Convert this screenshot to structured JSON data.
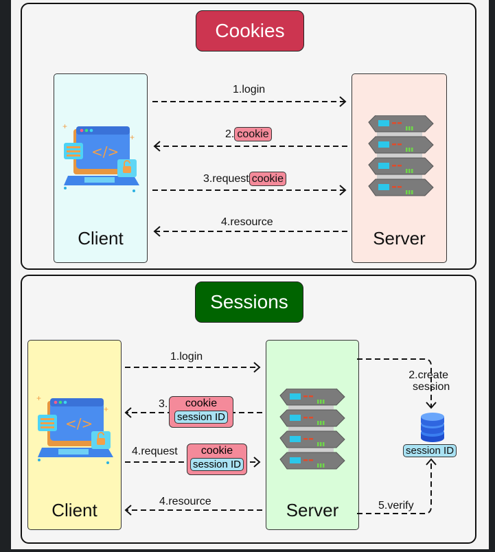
{
  "colors": {
    "cookies_badge": "#cc3550",
    "sessions_badge": "#006400",
    "cookies_client_bg": "#e6fbfa",
    "cookies_server_bg": "#fde8e2",
    "sessions_client_bg": "#fff8b7",
    "sessions_server_bg": "#d9fdd9",
    "cookie_pill": "#f48a9a",
    "session_pill": "#a9e2f3"
  },
  "cookies": {
    "title": "Cookies",
    "client": {
      "label": "Client",
      "icon": "laptop-code-icon"
    },
    "server": {
      "label": "Server",
      "icon": "server-rack-icon"
    },
    "steps": [
      {
        "text": "1.login",
        "direction": "to-server"
      },
      {
        "text": "2.",
        "pill": "cookie",
        "direction": "to-client"
      },
      {
        "text": "3.request",
        "pill": "cookie",
        "direction": "to-server"
      },
      {
        "text": "4.resource",
        "direction": "to-client"
      }
    ]
  },
  "sessions": {
    "title": "Sessions",
    "client": {
      "label": "Client",
      "icon": "laptop-code-icon"
    },
    "server": {
      "label": "Server",
      "icon": "server-rack-icon"
    },
    "database": {
      "icon": "database-icon",
      "label": "session ID"
    },
    "steps": [
      {
        "text": "1.login",
        "direction": "to-server"
      },
      {
        "text": "2.create session",
        "line1": "2.create",
        "line2": "session",
        "direction": "to-database"
      },
      {
        "text": "3.",
        "pill": "cookie",
        "subpill": "session ID",
        "direction": "to-client"
      },
      {
        "text": "4.request",
        "pill": "cookie",
        "subpill": "session ID",
        "direction": "to-server"
      },
      {
        "text": "4.resource",
        "direction": "to-client"
      },
      {
        "text": "5.verify",
        "direction": "to-database"
      }
    ]
  }
}
